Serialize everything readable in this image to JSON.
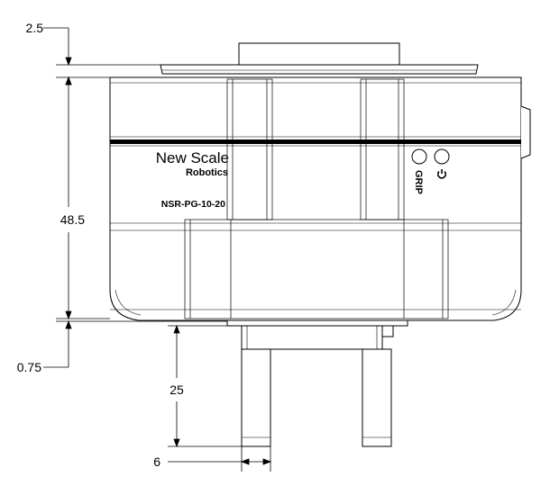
{
  "device": {
    "brand_line1": "New Scale",
    "brand_line2": "Robotics",
    "model": "NSR-PG-10-20",
    "indicators": [
      {
        "label": "GRIP"
      },
      {
        "label": "power-symbol"
      }
    ]
  },
  "dimensions": {
    "top_gap": "2.5",
    "body_height": "48.5",
    "bottom_gap": "0.75",
    "finger_length": "25",
    "finger_width": "6"
  }
}
